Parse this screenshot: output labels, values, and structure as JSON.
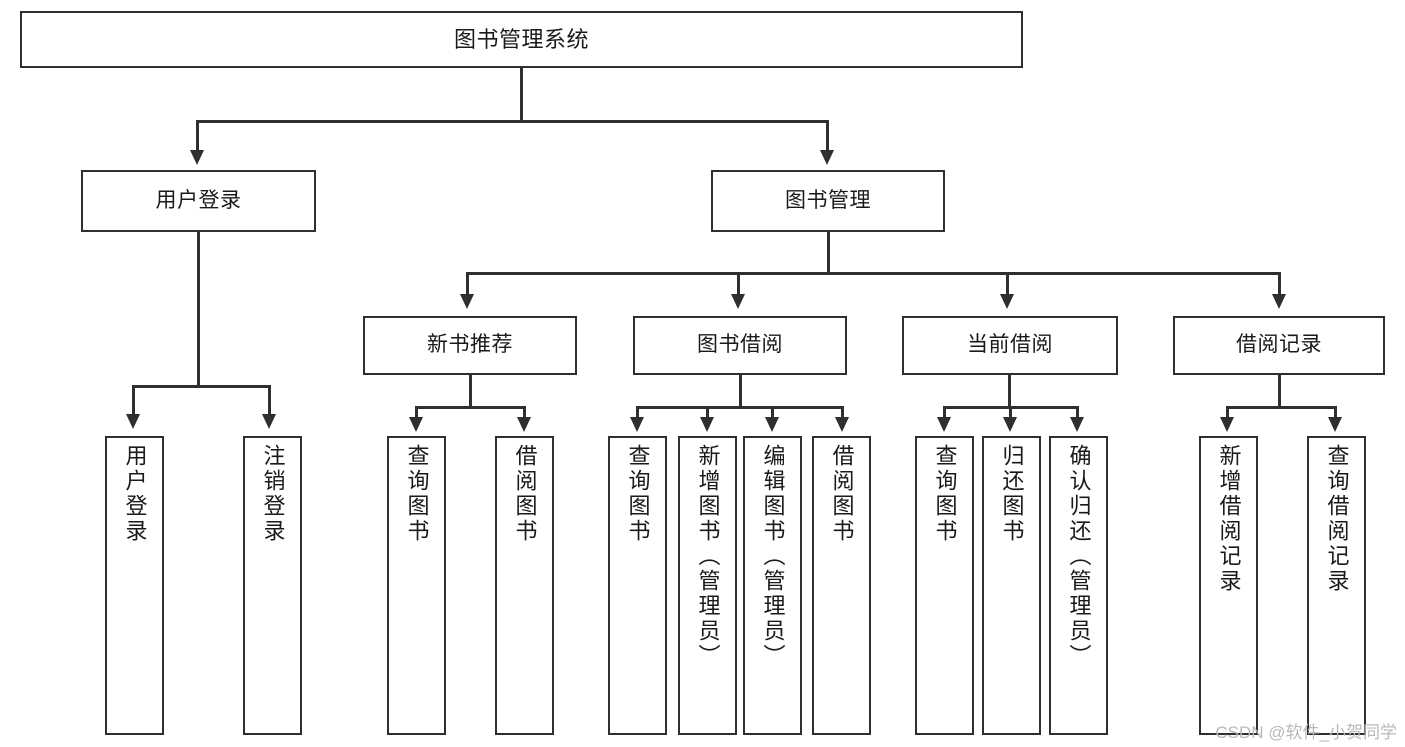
{
  "diagram": {
    "title": "图书管理系统",
    "type": "tree",
    "watermark": "CSDN @软件_小贺同学",
    "colors": {
      "stroke": "#2f2f2f",
      "fill": "#ffffff",
      "text": "#1a1a1a",
      "watermark": "#b9b9b9"
    },
    "root": {
      "label": "图书管理系统"
    },
    "level2": [
      {
        "label": "用户登录"
      },
      {
        "label": "图书管理"
      }
    ],
    "level3": [
      {
        "label": "新书推荐"
      },
      {
        "label": "图书借阅"
      },
      {
        "label": "当前借阅"
      },
      {
        "label": "借阅记录"
      }
    ],
    "leaves": {
      "user_login": [
        {
          "label": "用户登录"
        },
        {
          "label": "注销登录"
        }
      ],
      "new_book": [
        {
          "label": "查询图书"
        },
        {
          "label": "借阅图书"
        }
      ],
      "book_borrow": [
        {
          "label": "查询图书"
        },
        {
          "label": "新增图书（管理员）"
        },
        {
          "label": "编辑图书（管理员）"
        },
        {
          "label": "借阅图书"
        }
      ],
      "current_borrow": [
        {
          "label": "查询图书"
        },
        {
          "label": "归还图书"
        },
        {
          "label": "确认归还（管理员）"
        }
      ],
      "borrow_record": [
        {
          "label": "新增借阅记录"
        },
        {
          "label": "查询借阅记录"
        }
      ]
    }
  }
}
